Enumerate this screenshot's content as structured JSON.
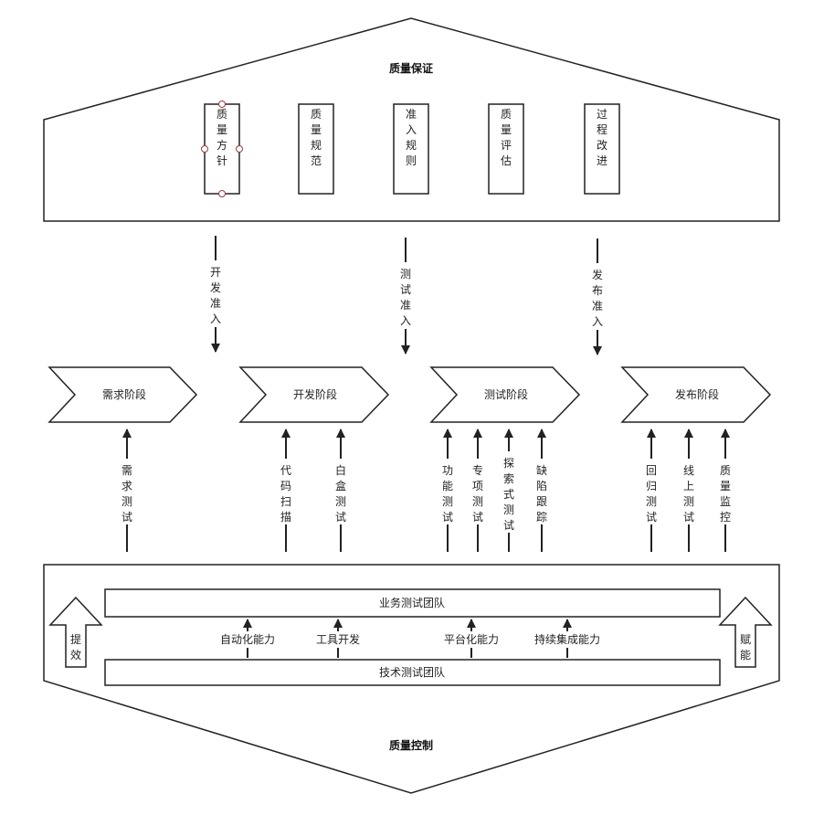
{
  "top": {
    "title": "质量保证",
    "pillars": [
      "质量方针",
      "质量规范",
      "准入规则",
      "质量评估",
      "过程改进"
    ]
  },
  "gates": [
    "开发准入",
    "测试准入",
    "发布准入"
  ],
  "stages": [
    "需求阶段",
    "开发阶段",
    "测试阶段",
    "发布阶段"
  ],
  "activities": {
    "requirements": [
      "需求测试"
    ],
    "development": [
      "代码扫描",
      "白盒测试"
    ],
    "testing": [
      "功能测试",
      "专项测试",
      "探索式测试",
      "缺陷跟踪"
    ],
    "release": [
      "回归测试",
      "线上测试",
      "质量监控"
    ]
  },
  "bottom": {
    "title": "质量控制",
    "business_team": "业务测试团队",
    "tech_team": "技术测试团队",
    "capabilities": [
      "自动化能力",
      "工具开发",
      "平台化能力",
      "持续集成能力"
    ],
    "left_arrow": "提效",
    "right_arrow": "赋能"
  }
}
